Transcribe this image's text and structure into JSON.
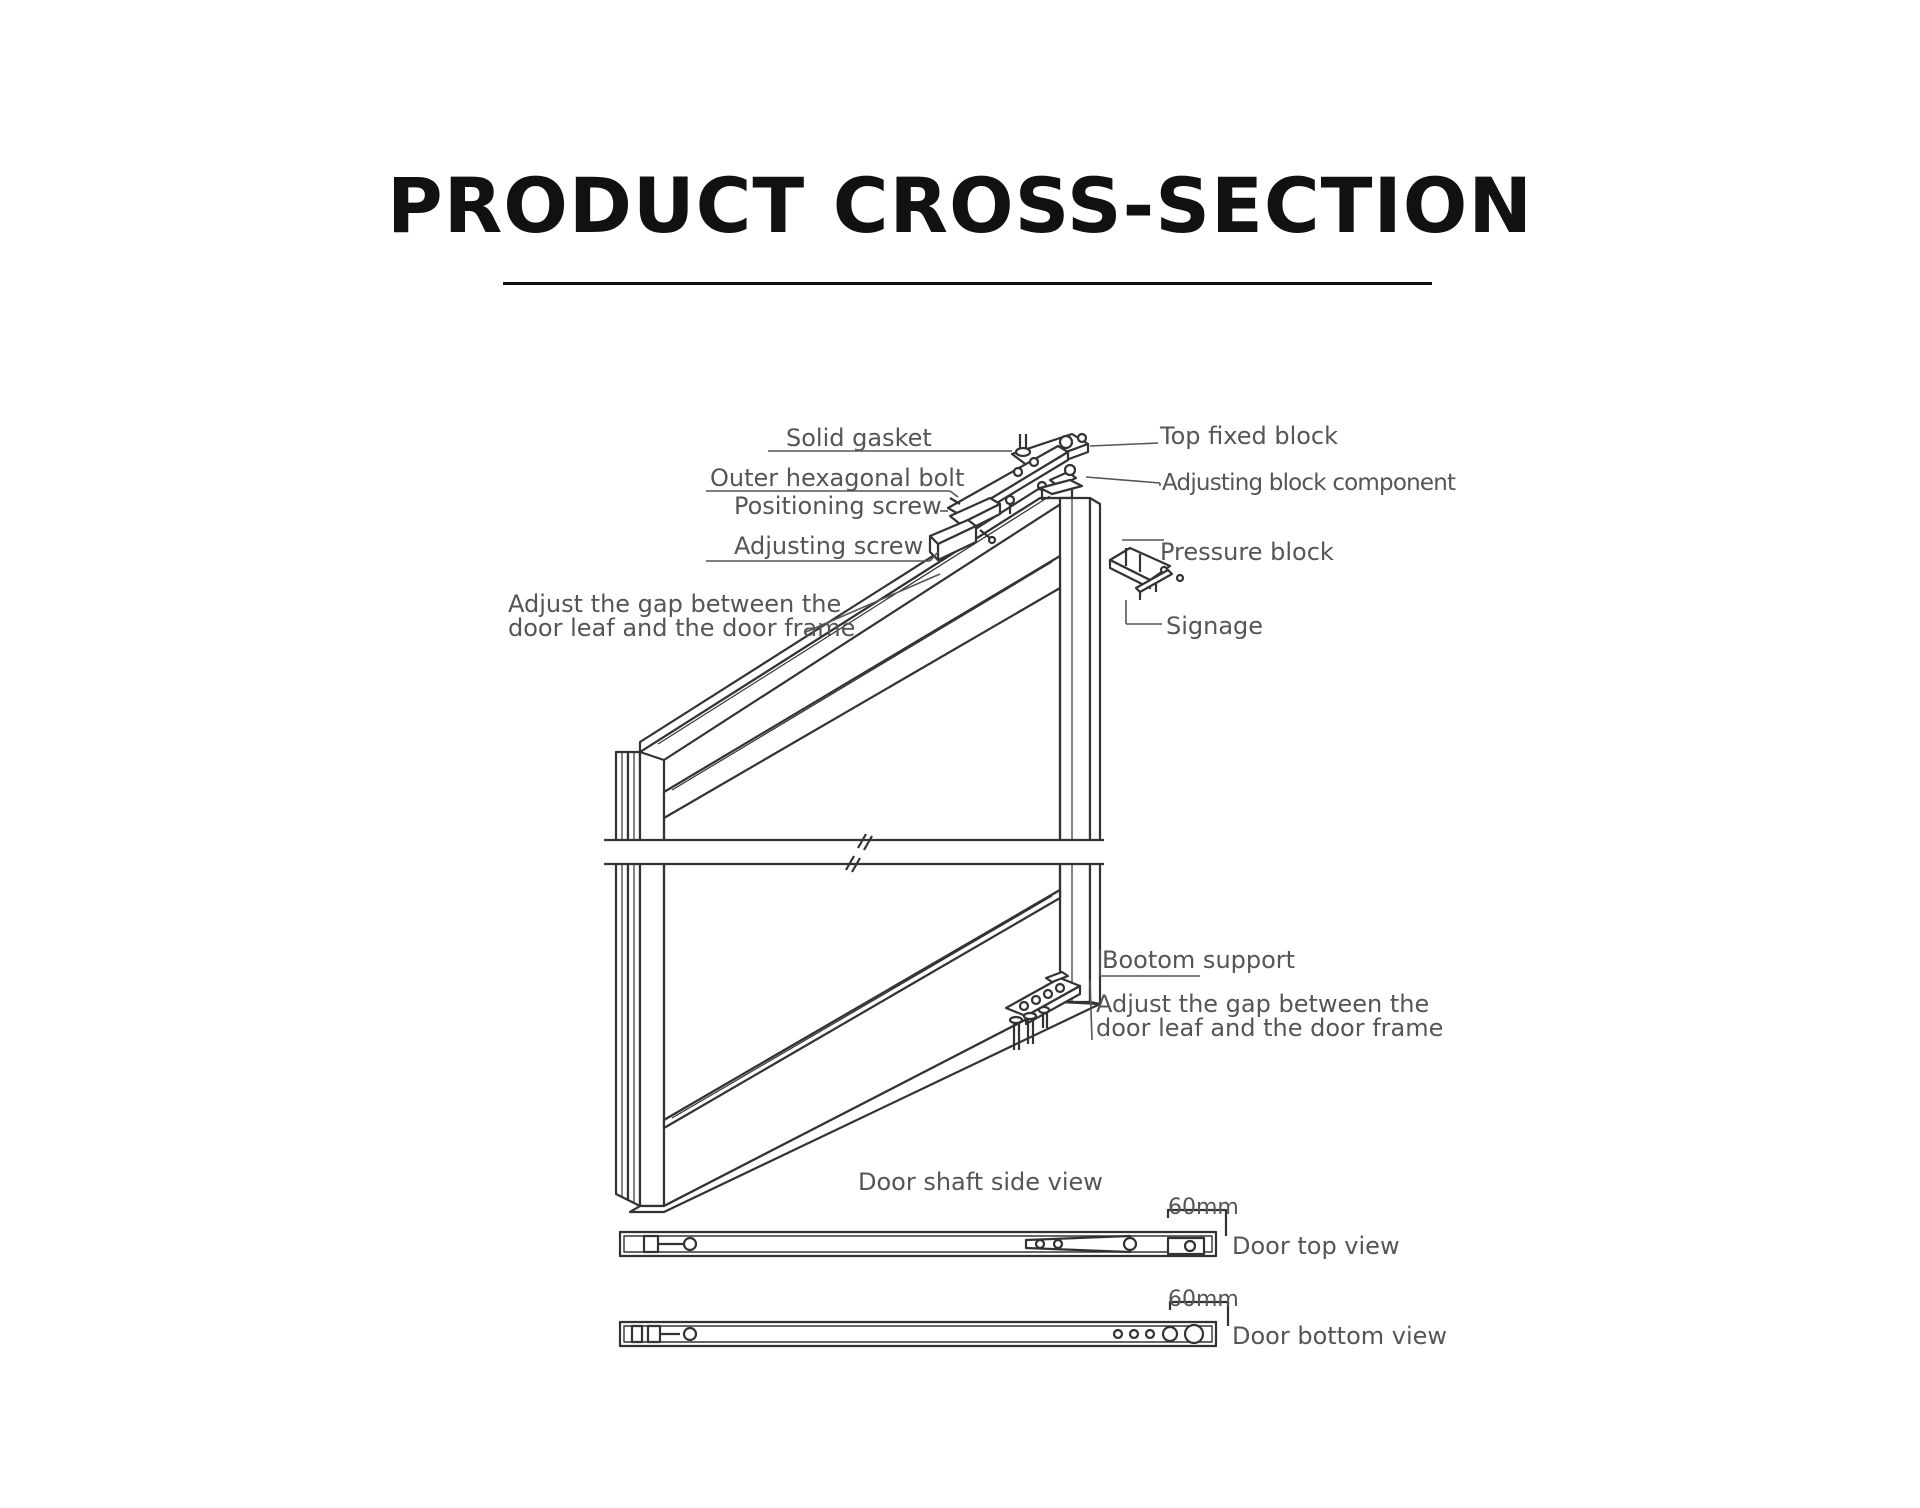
{
  "title": "PRODUCT CROSS-SECTION",
  "labels": {
    "solid_gasket": "Solid gasket",
    "outer_hex_bolt": "Outer hexagonal bolt",
    "positioning_screw": "Positioning screw",
    "adjusting_screw": "Adjusting screw",
    "top_fixed_block": "Top fixed block",
    "adjusting_block_component": "Adjusting block component",
    "pressure_block": "Pressure block",
    "signage": "Signage",
    "adjust_gap_top_line1": "Adjust the gap between the",
    "adjust_gap_top_line2": "door leaf and the door frame",
    "bottom_support": "Bootom support",
    "adjust_gap_bottom_line1": "Adjust the gap between the",
    "adjust_gap_bottom_line2": "door leaf and the door frame",
    "door_shaft_side_view": "Door shaft side view",
    "dim_top": "60mm",
    "door_top_view": "Door top view",
    "dim_bottom": "60mm",
    "door_bottom_view": "Door bottom view"
  },
  "colors": {
    "title": "#111111",
    "label_text": "#555555",
    "line_art": "#333333"
  }
}
